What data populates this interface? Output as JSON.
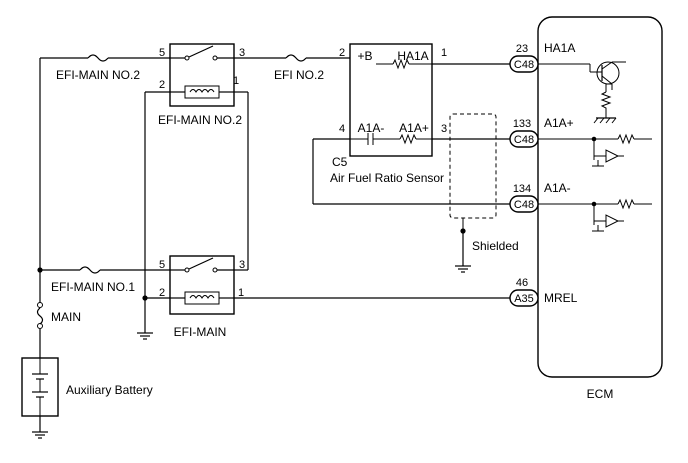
{
  "components": {
    "efi_main_no2_relay": {
      "label": "EFI-MAIN NO.2",
      "pins": [
        "5",
        "3",
        "2",
        "1"
      ]
    },
    "efi_main_relay": {
      "label": "EFI-MAIN",
      "pins": [
        "5",
        "3",
        "2",
        "1"
      ]
    },
    "sensor": {
      "id": "C5",
      "name": "Air Fuel Ratio Sensor",
      "pins": [
        "2",
        "1",
        "4",
        "3"
      ],
      "terminals": [
        "+B",
        "HA1A",
        "A1A-",
        "A1A+"
      ]
    },
    "ecm": {
      "label": "ECM"
    },
    "battery": {
      "label": "Auxiliary Battery"
    }
  },
  "fuses": {
    "efi_main_no2": "EFI-MAIN NO.2",
    "efi_no2": "EFI NO.2",
    "efi_main_no1": "EFI-MAIN NO.1",
    "main": "MAIN"
  },
  "connectors": {
    "ha1a": {
      "connector": "C48",
      "pin": "23",
      "signal": "HA1A"
    },
    "a1a_plus": {
      "connector": "C48",
      "pin": "133",
      "signal": "A1A+"
    },
    "a1a_minus": {
      "connector": "C48",
      "pin": "134",
      "signal": "A1A-"
    },
    "mrel": {
      "connector": "A35",
      "pin": "46",
      "signal": "MREL"
    }
  },
  "shield_label": "Shielded"
}
